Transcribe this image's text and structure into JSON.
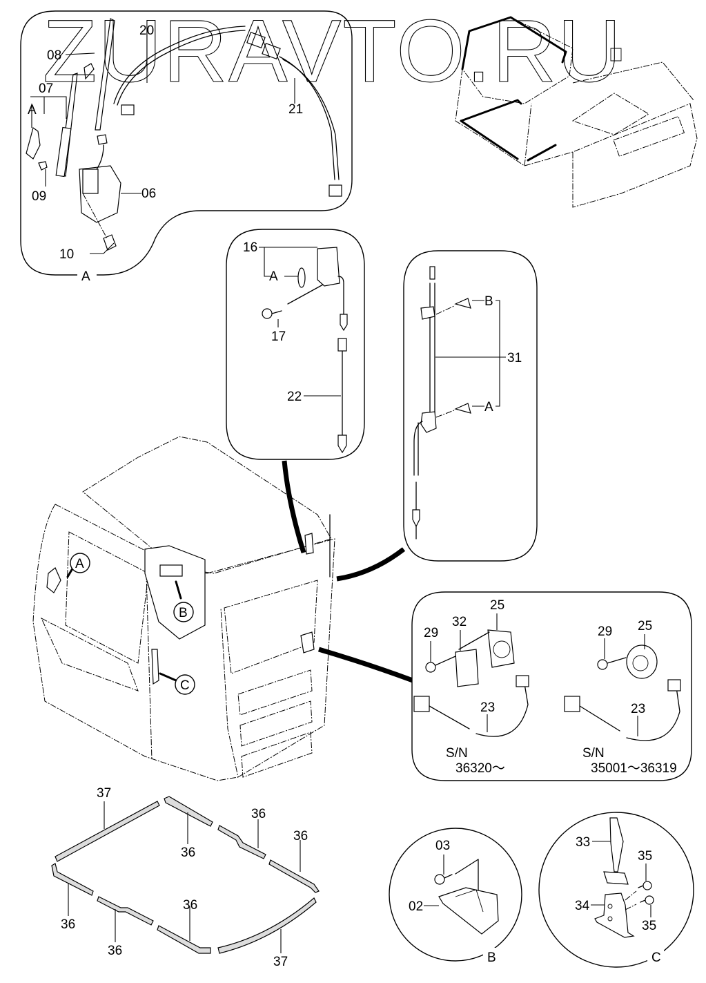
{
  "watermark": "ZURAVTO.RU",
  "detail_A_panel": {
    "title": "A",
    "labels": {
      "p08": "08",
      "p07": "07",
      "pA": "A",
      "p09": "09",
      "p06": "06",
      "p10": "10",
      "p20": "20",
      "p21": "21"
    }
  },
  "light_panel": {
    "labels": {
      "p16": "16",
      "pA": "A",
      "p17": "17",
      "p22": "22"
    }
  },
  "antenna_panel": {
    "labels": {
      "pB": "B",
      "p31": "31",
      "pA": "A"
    }
  },
  "speaker_panel": {
    "left": {
      "p29": "29",
      "p32": "32",
      "p25": "25",
      "p23": "23",
      "sn_label": "S/N",
      "sn_range": "36320～"
    },
    "right": {
      "p29": "29",
      "p25": "25",
      "p23": "23",
      "sn_label": "S/N",
      "sn_range": "35001～36319"
    }
  },
  "cab_callouts": {
    "a": "A",
    "b": "B",
    "c": "C"
  },
  "seal_labels": {
    "p37_top": "37",
    "p36_a": "36",
    "p36_b": "36",
    "p36_c": "36",
    "p36_d": "36",
    "p36_e": "36",
    "p36_f": "36",
    "p37_bottom": "37"
  },
  "detail_B": {
    "title": "B",
    "p03": "03",
    "p02": "02"
  },
  "detail_C": {
    "title": "C",
    "p33": "33",
    "p35_top": "35",
    "p34": "34",
    "p35_bottom": "35"
  }
}
